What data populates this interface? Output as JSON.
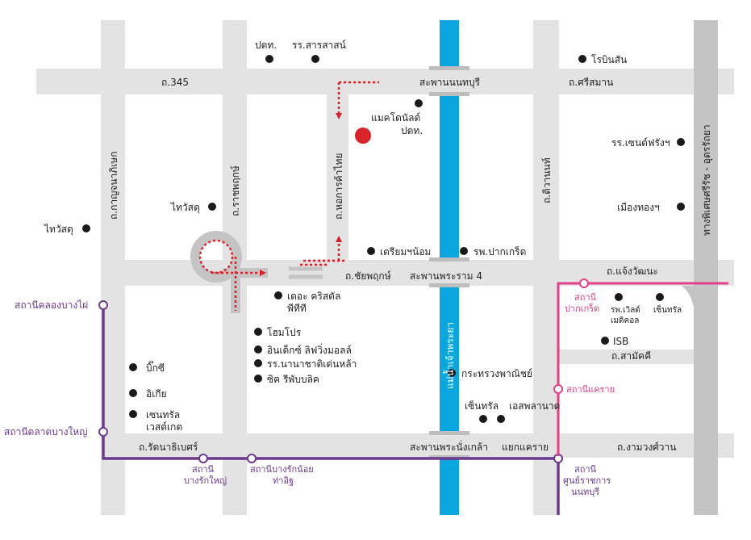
{
  "roads": {
    "r345": "ถ.345",
    "sriSaman": "ถ.ศรีสมาน",
    "kanchana": "ถ.กาญจนาภิเษก",
    "ratchaphruek": "ถ.ราชพฤกษ์",
    "norCor": "ถ.หอการค้าไทย",
    "chaiyaphruek": "ถ.ชัยพฤกษ์",
    "tiwanon": "ถ.ติวานนท์",
    "chaengwattana": "ถ.แจ้งวัฒนะ",
    "samakkhi": "ถ.สามัคคี",
    "ratanathibet": "ถ.รัตนาธิเบศร์",
    "ngamwongwan": "ถ.งามวงศ์วาน",
    "expressway": "ทางพิเศษศรีรัช - อุดรรัถยา",
    "river": "แม่น้ำเจ้าพระยา"
  },
  "bridges": {
    "nonthaburi": "สะพานนนทบุรี",
    "phraRama4": "สะพานพระราม 4",
    "phraNangklao": "สะพานพระนั่งเกล้า",
    "khaeRai": "แยกแคราย"
  },
  "places": {
    "ptt": "ปตท.",
    "sarasas": "รร.สารสาสน์",
    "robinson": "โรบินสัน",
    "mcd1": "แมคโดนัลด์",
    "mcd2": "ปตท.",
    "montfort": "รร.เซนต์ฟรังฯ",
    "muangthong": "เมืองทองฯ",
    "thaiwatsadu1": "ไทวัสดุ",
    "thaiwatsadu2": "ไทวัสดุ",
    "triamnom": "เตรียมฯน้อม",
    "pakkret": "รพ.ปากเกร็ด",
    "crystal1": "เดอะ คริสตัล",
    "crystal2": "พีทีที",
    "homepro": "โฮมโปร",
    "index": "อินเด็กซ์ ลิฟวิ่งมอลล์",
    "nanachat": "รร.นานาชาติเด่นหล้า",
    "seacon": "ซิค รีพับบลิค",
    "bigc": "บิ๊กซี",
    "ikea": "อิเกีย",
    "centralWest1": "เซนทรัล",
    "centralWest2": "เวสต์เกต",
    "commerce": "กระทรวงพาณิชย์",
    "central": "เซ็นทรัล",
    "esplanade": "เอสพลานาด",
    "world1": "รพ.เวิลด์",
    "world2": "เมดิคอล",
    "centralCW": "เซ็นทรัล",
    "isb": "ISB"
  },
  "stations": {
    "khlongBangPhai": "สถานีคลองบางไผ่",
    "talatBangYai": "สถานีตลาดบางใหญ่",
    "bangRakYai1": "สถานี",
    "bangRakYai2": "บางรักใหญ่",
    "bangRakNoi1": "สถานีบางรักน้อย",
    "bangRakNoi2": "ท่าอิฐ",
    "pakkret1": "สถานี",
    "pakkret2": "ปากเกร็ด",
    "khaeRai": "สถานีแคราย",
    "govCenter1": "สถานี",
    "govCenter2": "ศูนย์ราชการ",
    "govCenter3": "นนทบุรี"
  },
  "colors": {
    "road": "#e3e3e3",
    "expressway": "#c4c4c4",
    "river": "#0aa6df",
    "purpleLine": "#6b3a8e",
    "pinkLine": "#e43f8a",
    "route": "#d8232a",
    "poi": "#1a1a1a"
  }
}
